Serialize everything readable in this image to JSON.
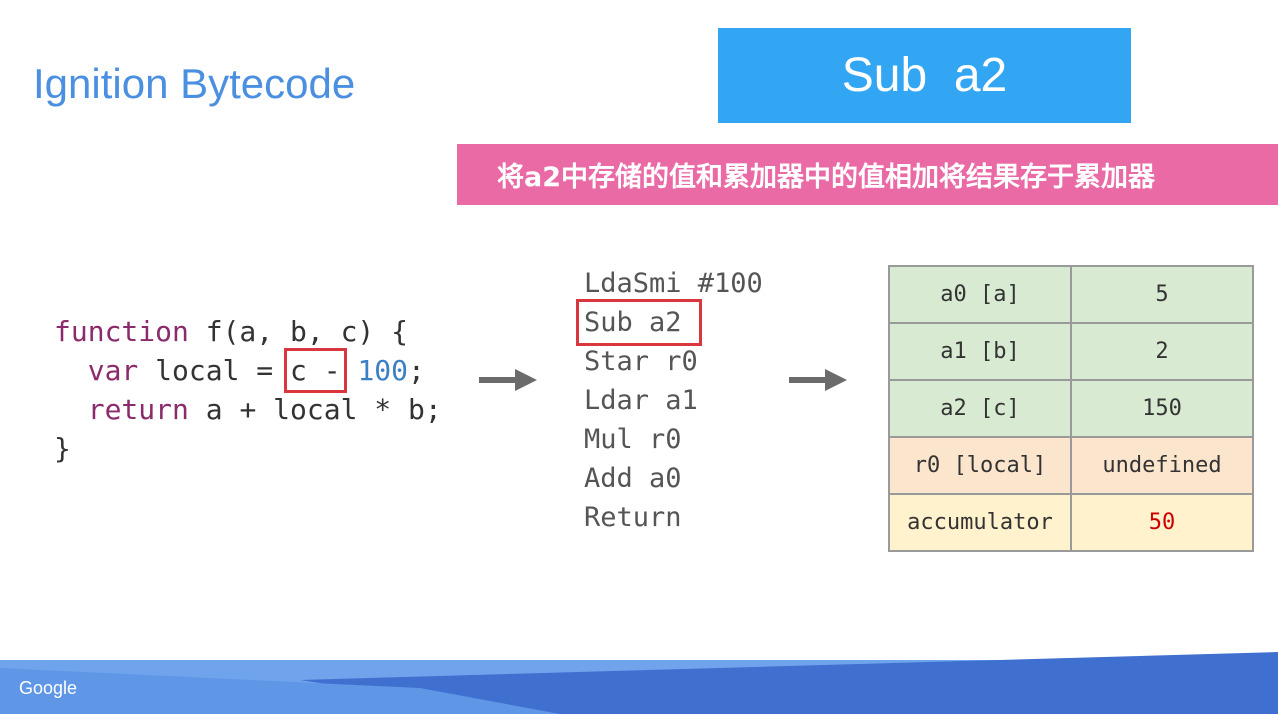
{
  "slide": {
    "title": "Ignition Bytecode",
    "operation": "Sub  a2",
    "description": "将a2中存储的值和累加器中的值相加将结果存于累加器",
    "brand": "Google"
  },
  "source_code": {
    "line1_kw": "function",
    "line1_rest": " f(a, b, c) {",
    "line2_indent": "  ",
    "line2_kw": "var",
    "line2_mid": " local = ",
    "line2_hl": "c -",
    "line2_space": " ",
    "line2_num": "100",
    "line2_end": ";",
    "line3_indent": "  ",
    "line3_kw": "return",
    "line3_rest": " a + local * b;",
    "line4": "}"
  },
  "bytecode": [
    "LdaSmi #100",
    "Sub a2",
    "Star r0",
    "Ldar a1",
    "Mul r0",
    "Add a0",
    "Return"
  ],
  "registers": [
    {
      "name": "a0 [a]",
      "value": "5"
    },
    {
      "name": "a1 [b]",
      "value": "2"
    },
    {
      "name": "a2 [c]",
      "value": "150"
    },
    {
      "name": "r0 [local]",
      "value": "undefined"
    },
    {
      "name": "accumulator",
      "value": "50"
    }
  ],
  "colors": {
    "title": "#4a8fe0",
    "op_box": "#33a6f3",
    "banner": "#ea6aa6",
    "highlight": "#d9363e",
    "param_row": "#d9ead3",
    "local_row": "#fbe5cd",
    "acc_row": "#fff2cc",
    "acc_value": "#cc0000"
  }
}
